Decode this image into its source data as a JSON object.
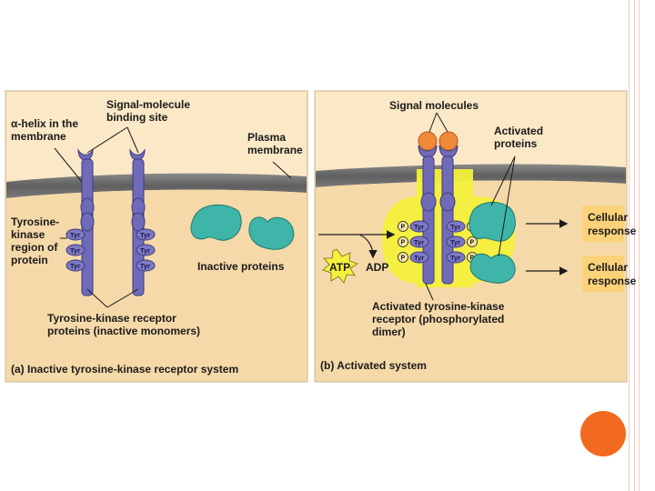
{
  "panel_a": {
    "alpha_helix_label": [
      "α-helix in the",
      "membrane"
    ],
    "binding_site_label": [
      "Signal-molecule",
      "binding site"
    ],
    "plasma_membrane_label": [
      "Plasma",
      "membrane"
    ],
    "tyrosine_kinase_region_label": [
      "Tyrosine-",
      "kinase",
      "region of",
      "protein"
    ],
    "inactive_proteins_label": "Inactive proteins",
    "receptor_proteins_label": [
      "Tyrosine-kinase receptor",
      "proteins (inactive monomers)"
    ],
    "tyr_label": "Tyr",
    "caption": "(a) Inactive tyrosine-kinase receptor system"
  },
  "panel_b": {
    "signal_molecules_label": "Signal molecules",
    "activated_proteins_label": [
      "Activated",
      "proteins"
    ],
    "tyr_label": "Tyr",
    "phosphate_label": "P",
    "atp_label": "ATP",
    "adp_label": "ADP",
    "cellular_response_1": [
      "Cellular",
      "response"
    ],
    "cellular_response_2": [
      "Cellular",
      "response"
    ],
    "activated_receptor_label": [
      "Activated tyrosine-kinase",
      "receptor (phosphorylated",
      "dimer)"
    ],
    "caption": "(b) Activated system"
  },
  "colors": {
    "cytoplasm": "#f7deb2",
    "membrane": "#6e6e6e",
    "receptor": "#6f6bb8",
    "protein": "#3fb4a8",
    "highlight": "#f4f03c",
    "signal": "#f08a3a",
    "response_box": "#fbd27a",
    "accent_dot": "#f26a1f"
  }
}
